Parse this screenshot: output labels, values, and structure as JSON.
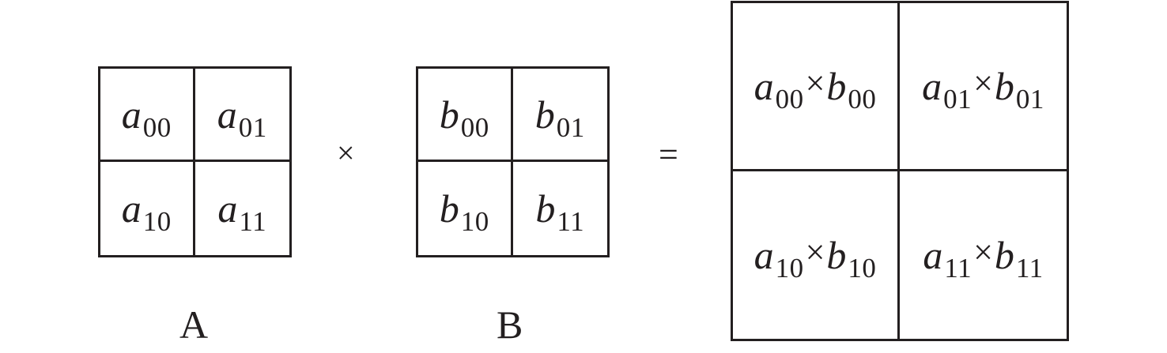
{
  "operator": "×",
  "equals": "=",
  "matrix_a": {
    "label": "A",
    "cells": [
      {
        "var": "a",
        "sub": "00"
      },
      {
        "var": "a",
        "sub": "01"
      },
      {
        "var": "a",
        "sub": "10"
      },
      {
        "var": "a",
        "sub": "11"
      }
    ]
  },
  "matrix_b": {
    "label": "B",
    "cells": [
      {
        "var": "b",
        "sub": "00"
      },
      {
        "var": "b",
        "sub": "01"
      },
      {
        "var": "b",
        "sub": "10"
      },
      {
        "var": "b",
        "sub": "11"
      }
    ]
  },
  "result": {
    "cells": [
      {
        "a": "a",
        "a_sub": "00",
        "op": "×",
        "b": "b",
        "b_sub": "00"
      },
      {
        "a": "a",
        "a_sub": "01",
        "op": "×",
        "b": "b",
        "b_sub": "01"
      },
      {
        "a": "a",
        "a_sub": "10",
        "op": "×",
        "b": "b",
        "b_sub": "10"
      },
      {
        "a": "a",
        "a_sub": "11",
        "op": "×",
        "b": "b",
        "b_sub": "11"
      }
    ]
  }
}
